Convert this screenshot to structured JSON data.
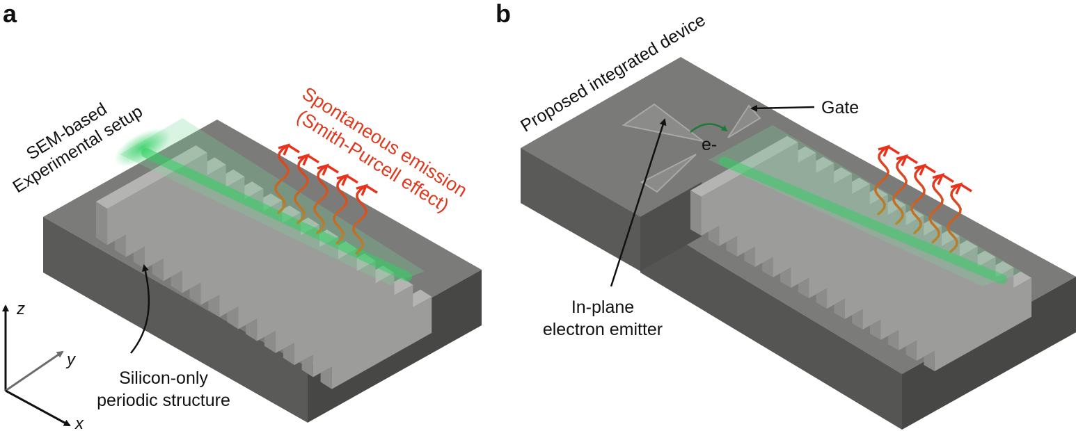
{
  "panels": {
    "a": {
      "letter": "a",
      "setup_label_line1": "SEM-based",
      "setup_label_line2": "Experimental setup",
      "emission_label_line1": "Spontaneous emission",
      "emission_label_line2": "(Smith-Purcell effect)",
      "structure_label_line1": "Silicon-only",
      "structure_label_line2": "periodic structure"
    },
    "b": {
      "letter": "b",
      "device_label": "Proposed integrated device",
      "gate_label": "Gate",
      "electron_label": "e-",
      "emitter_label_line1": "In-plane",
      "emitter_label_line2": "electron emitter"
    }
  },
  "axes": {
    "z": "z",
    "y": "y",
    "x": "x"
  },
  "colors": {
    "substrate_top": "#7c7c7a",
    "substrate_left": "#5e5e5c",
    "substrate_front": "#4a4a48",
    "grating_top": "#b2b2b0",
    "grating_front": "#8e8e8c",
    "beam": "#35d46a",
    "emission": "#e03a1e",
    "electron_arrow": "#1f7a3a"
  }
}
